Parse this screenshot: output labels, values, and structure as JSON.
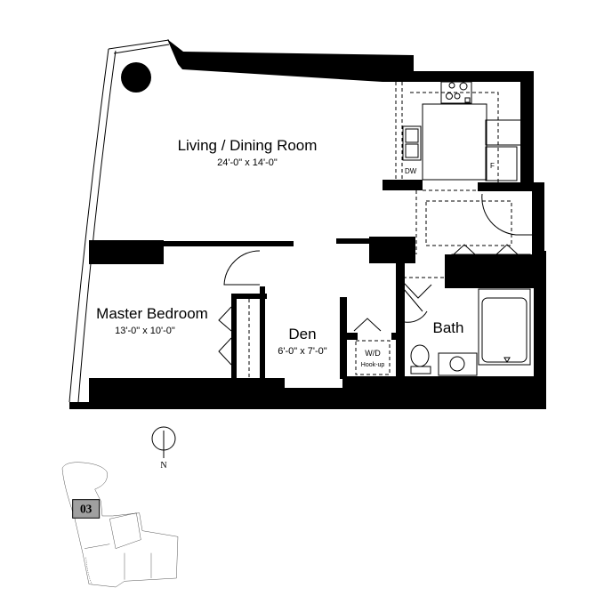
{
  "rooms": {
    "living": {
      "name": "Living / Dining Room",
      "size": "24'-0\" x 14'-0\""
    },
    "bedroom": {
      "name": "Master Bedroom",
      "size": "13'-0\" x 10'-0\""
    },
    "den": {
      "name": "Den",
      "size": "6'-0\" x 7'-0\""
    },
    "bath": {
      "name": "Bath"
    },
    "laundry": {
      "name": "W/D",
      "note": "Hook-up"
    }
  },
  "appliances": {
    "dishwasher": "DW",
    "fridge": "F"
  },
  "compass": {
    "label": "N"
  },
  "keyplan": {
    "unit": "03",
    "highlight_color": "#a0a0a0"
  }
}
